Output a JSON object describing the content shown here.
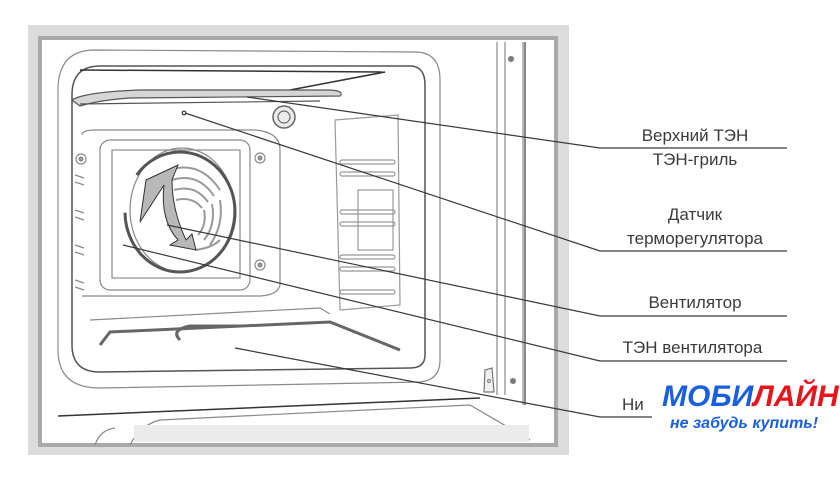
{
  "diagram": {
    "subject": "oven interior",
    "labels": [
      {
        "id": "top-heater",
        "lines": [
          "Верхний ТЭН",
          "ТЭН-гриль"
        ]
      },
      {
        "id": "thermostat-sensor",
        "lines": [
          "Датчик",
          "терморегулятора"
        ]
      },
      {
        "id": "fan",
        "lines": [
          "Вентилятор"
        ]
      },
      {
        "id": "fan-heater",
        "lines": [
          "ТЭН вентилятора"
        ]
      },
      {
        "id": "bottom-heater",
        "lines": [
          "Ни"
        ]
      }
    ]
  },
  "watermark": {
    "brand_part1": "МОБИ",
    "brand_part2": "ЛАЙН",
    "tagline": "не забудь купить!",
    "colors": {
      "blue": "#1a5fe0",
      "red": "#e8141b"
    }
  },
  "colors": {
    "frame_outer": "#dcdcdc",
    "frame_inner": "#a9a9a9",
    "line": "#3a3a3a",
    "drawing": "#8a8a8a",
    "fill_gray": "#b8b8b8"
  }
}
